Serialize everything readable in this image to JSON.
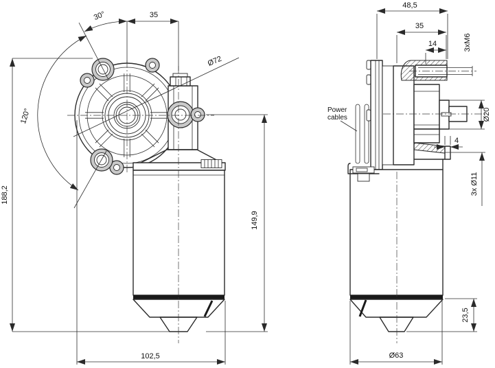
{
  "drawing": {
    "title": "Gear motor dimension drawing",
    "front_view": {
      "dim_angle_top": "30°",
      "dim_offset_width": "35",
      "dim_housing_diameter": "Ø72",
      "dim_angle_lugs": "120°",
      "dim_overall_height": "188,2",
      "dim_body_height": "149,9",
      "dim_overall_width": "102,5"
    },
    "side_view": {
      "dim_overall_depth": "48,5",
      "dim_housing_depth": "35",
      "dim_thread_depth": "14",
      "label_thread": "3xM6",
      "dim_shaft_diameter": "Ø20",
      "dim_step": "4",
      "label_mount_holes": "3x Ø11",
      "dim_cap_height": "23,5",
      "dim_motor_diameter": "Ø63",
      "label_power_line1": "Power",
      "label_power_line2": "cables"
    },
    "colors": {
      "line": "#2b2b2b",
      "boss_fill": "#c9c9c9",
      "cap_band": "#1a1a1a",
      "background": "#ffffff"
    }
  }
}
